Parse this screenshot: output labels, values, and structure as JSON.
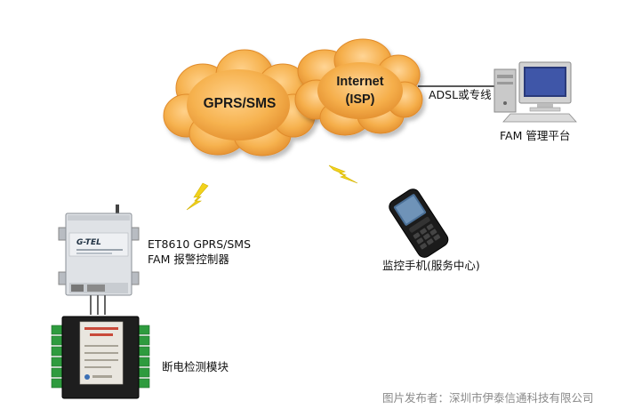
{
  "clouds": {
    "gprs": {
      "label": "GPRS/SMS"
    },
    "internet": {
      "line1": "Internet",
      "line2": "(ISP)"
    }
  },
  "link_label": "ADSL或专线",
  "devices": {
    "fam_platform": {
      "label": "FAM 管理平台",
      "icon": "desktop-computer-icon"
    },
    "controller": {
      "line1": "ET8610 GPRS/SMS",
      "line2": "FAM 报警控制器",
      "icon": "gprs-controller-icon"
    },
    "mobile": {
      "label": "监控手机(服务中心)",
      "icon": "mobile-phone-icon"
    },
    "power_module": {
      "label": "断电检测模块",
      "icon": "power-detection-module-icon"
    }
  },
  "colors": {
    "cloud": "#f6b24f",
    "cloud_edge": "#e8963a",
    "lightning": "#f2d21c"
  },
  "caption": "图片发布者：深圳市伊泰信通科技有限公司"
}
